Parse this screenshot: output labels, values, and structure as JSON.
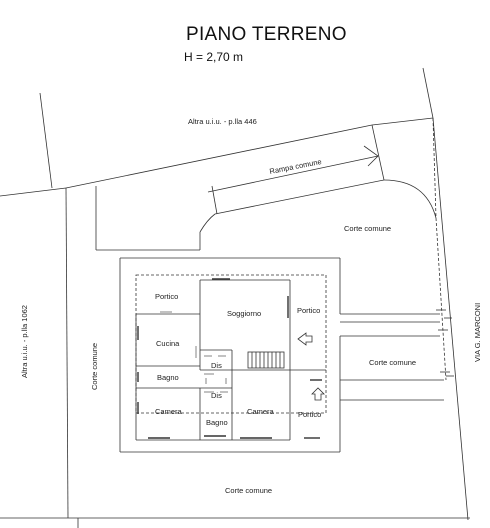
{
  "header": {
    "title": "PIANO TERRENO",
    "height_label": "H = 2,70 m"
  },
  "labels": {
    "neighbor_top": "Altra u.i.u.  - p.lla 446",
    "neighbor_left": "Altra u.i.u.  - p.lla 1062",
    "ramp": "Rampa comune",
    "court_top": "Corte comune",
    "court_left": "Corte comune",
    "court_right": "Corte comune",
    "court_bottom": "Corte comune",
    "street": "VIA G. MARCONI"
  },
  "rooms": {
    "portico_nw": "Portico",
    "soggiorno": "Soggiorno",
    "portico_ne": "Portico",
    "cucina": "Cucina",
    "bagno_1": "Bagno",
    "dis_1": "Dis",
    "dis_2": "Dis",
    "camera_1": "Camera",
    "bagno_2": "Bagno",
    "camera_2": "Camera",
    "portico_se": "Portico"
  },
  "colors": {
    "line": "#333333",
    "light_line": "#777777"
  }
}
